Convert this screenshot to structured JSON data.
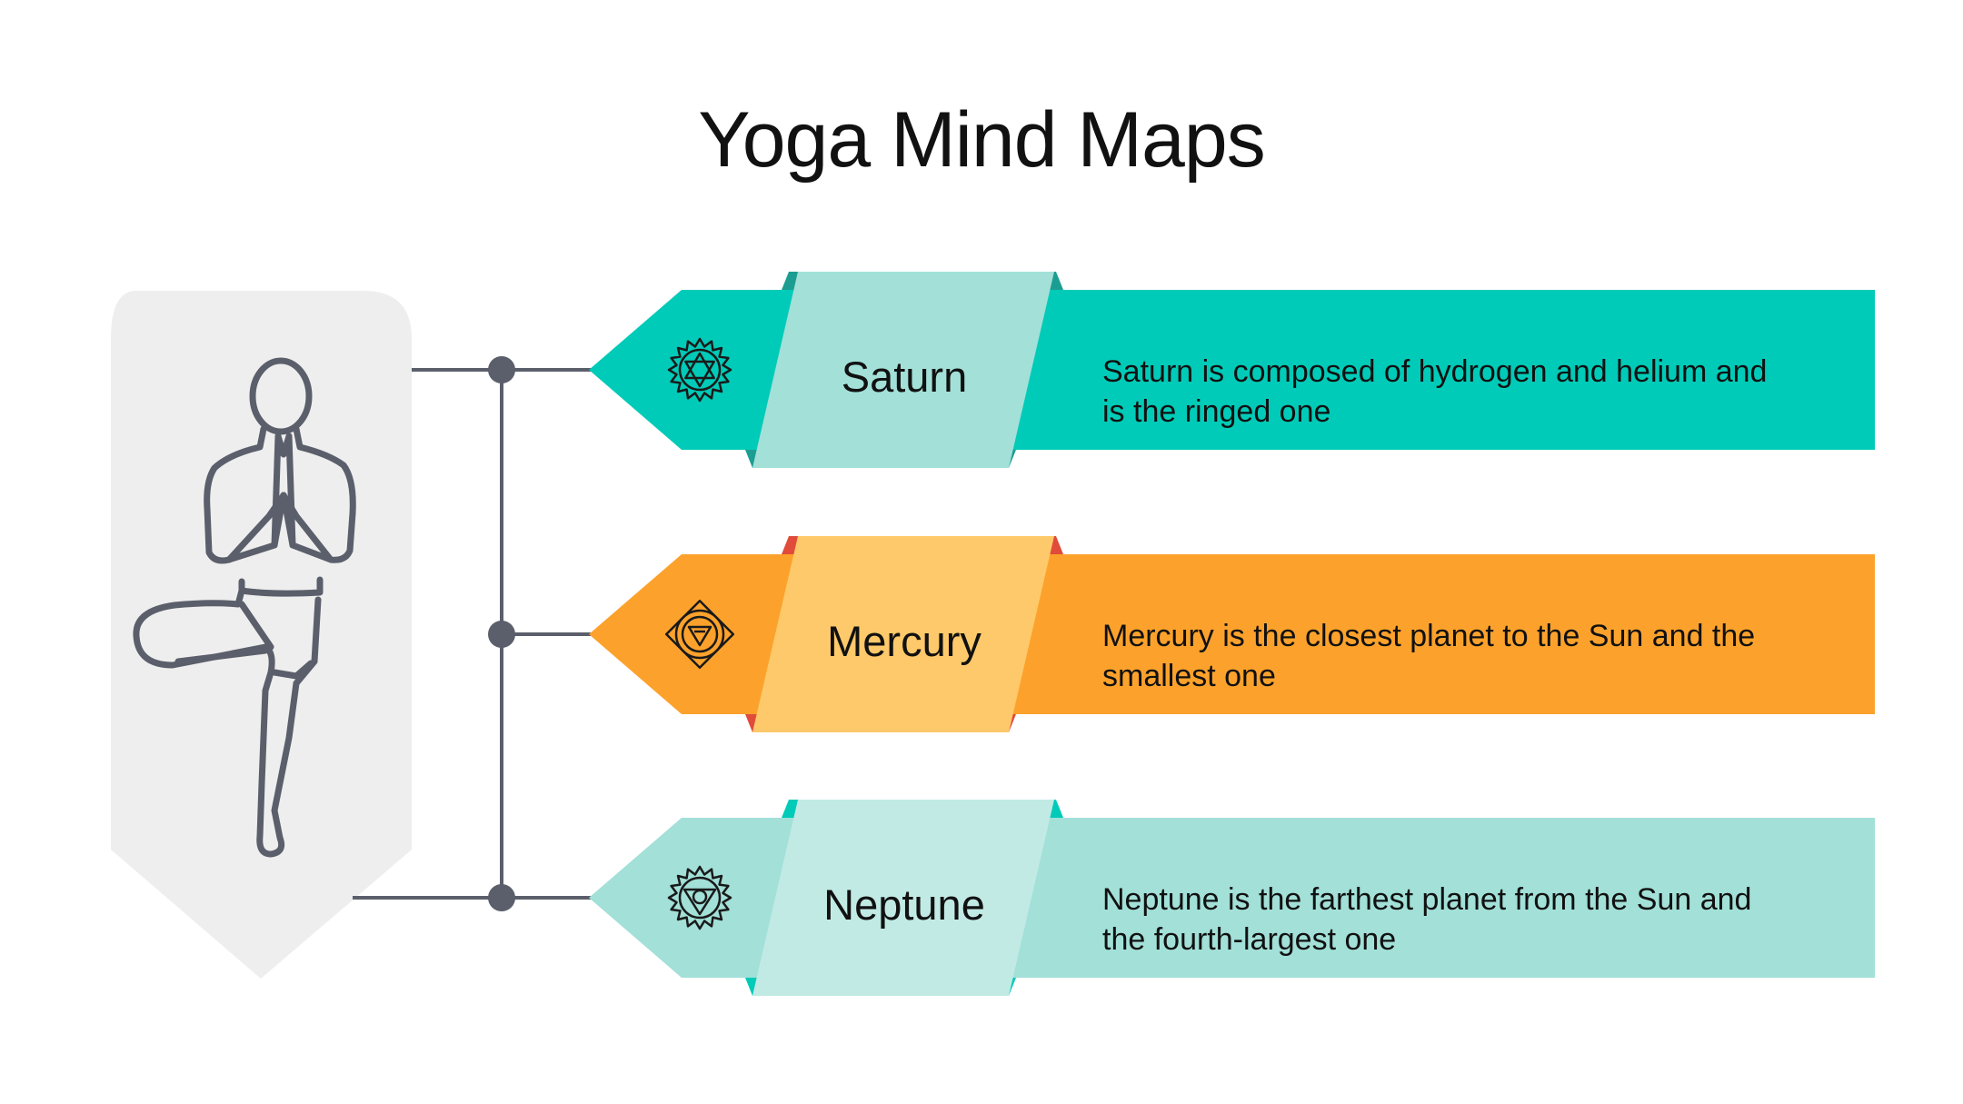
{
  "title": "Yoga Mind Maps",
  "figure": {
    "icon": "tree-pose-person-icon"
  },
  "items": [
    {
      "label": "Saturn",
      "description": "Saturn is composed of hydrogen and helium and is the ringed one",
      "icon": "anahata-chakra-icon",
      "colors": {
        "band": "#00CBB8",
        "panel": "#A2E0D8",
        "fold": "#1C9D92"
      }
    },
    {
      "label": "Mercury",
      "description": "Mercury is the closest planet to the Sun and the smallest one",
      "icon": "manipura-chakra-icon",
      "colors": {
        "band": "#FCA22C",
        "panel": "#FEC96A",
        "fold": "#E04B3A"
      }
    },
    {
      "label": "Neptune",
      "description": "Neptune is the farthest planet from the Sun and the fourth-largest one",
      "icon": "vishuddha-chakra-icon",
      "colors": {
        "band": "#A2E0D8",
        "panel": "#C1EAE5",
        "fold": "#00CBB8"
      }
    }
  ],
  "colors": {
    "connector": "#5B5F6B",
    "figure_bg": "#EEEEEE",
    "icon_stroke": "#1A1A1A"
  }
}
